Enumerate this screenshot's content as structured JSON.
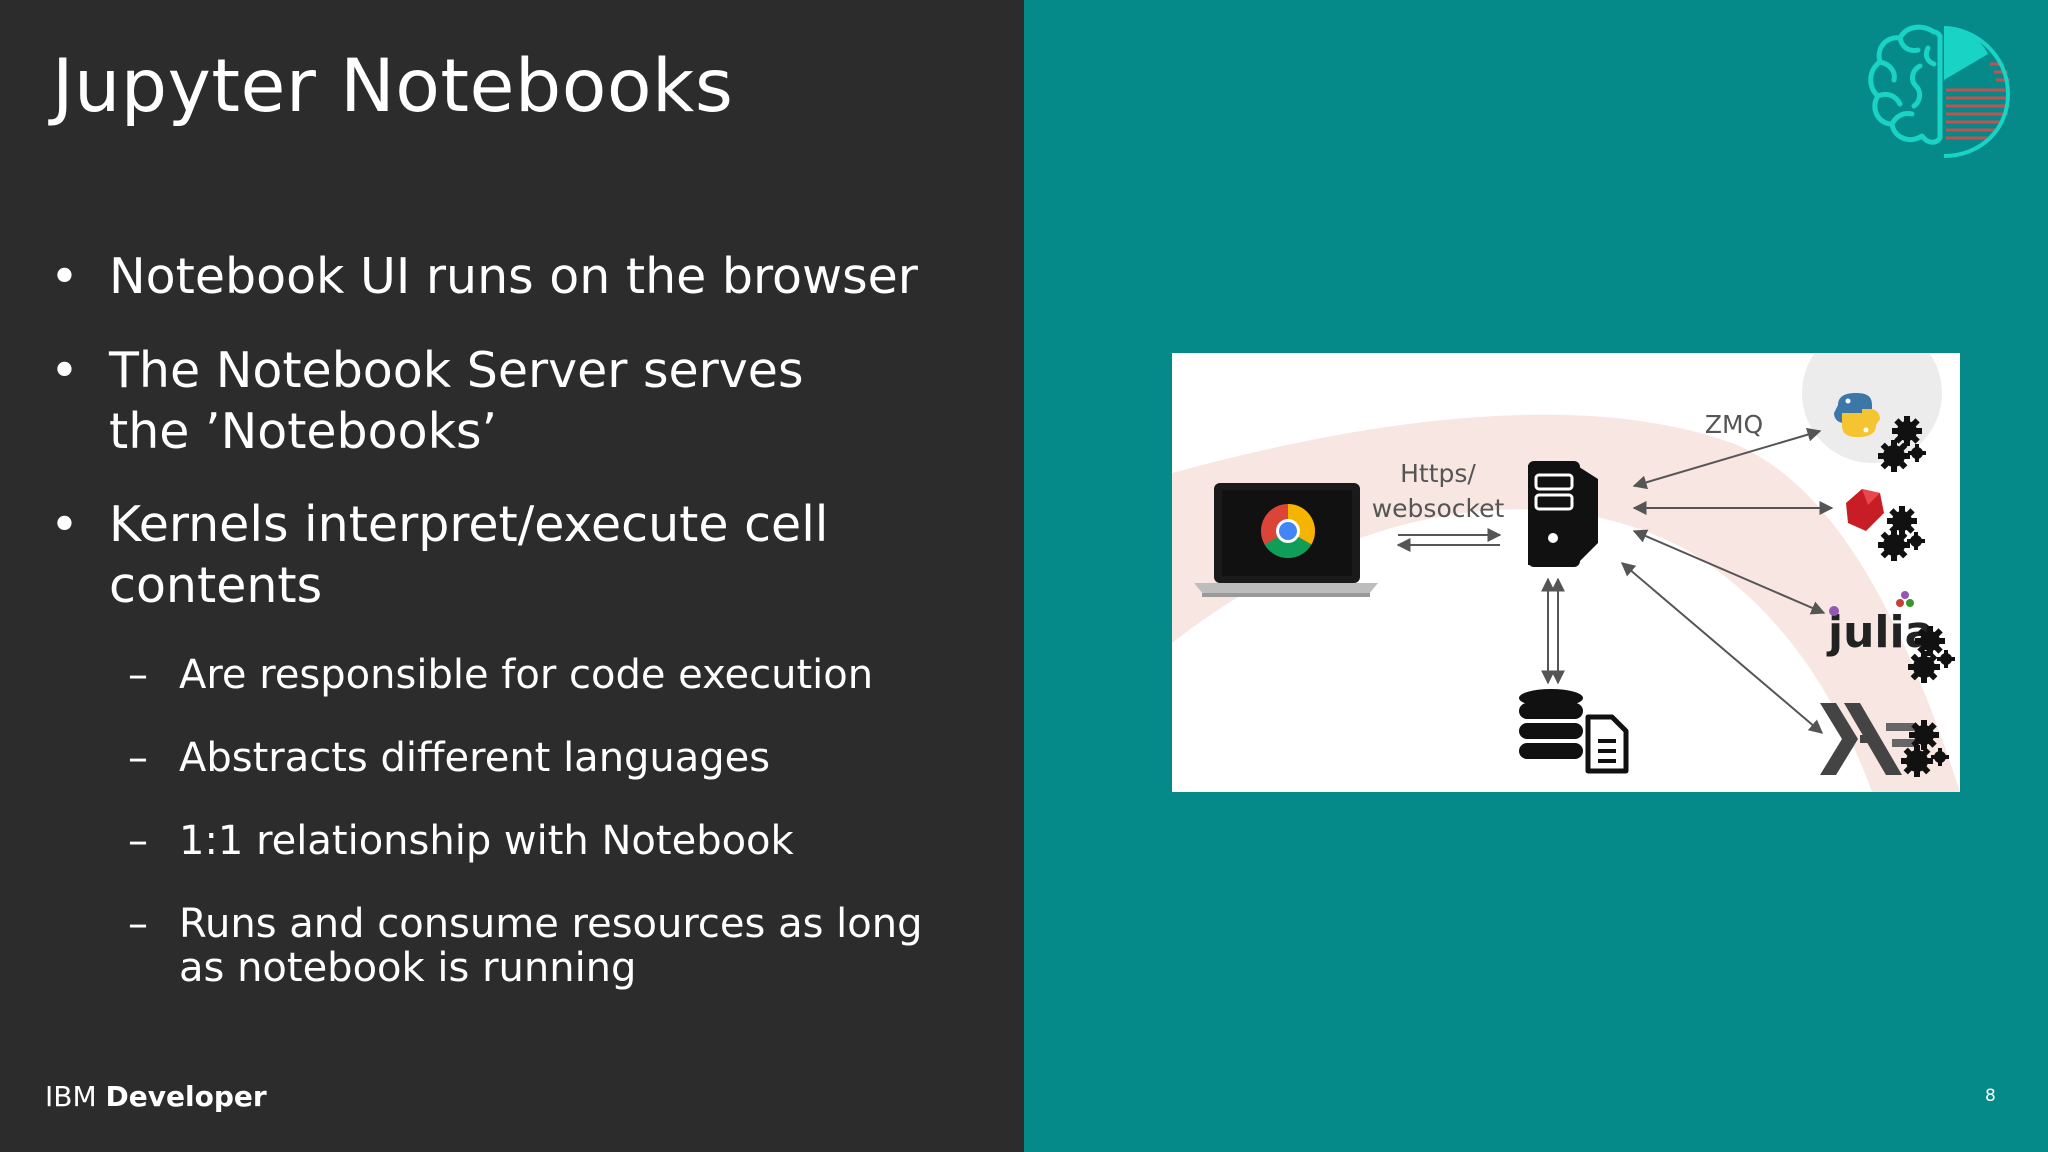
{
  "slide": {
    "title": "Jupyter Notebooks",
    "bullets": [
      {
        "marker": "•",
        "text": "Notebook UI runs on the browser"
      },
      {
        "marker": "•",
        "text": "The Notebook Server serves the ’Notebooks’"
      },
      {
        "marker": "•",
        "text": "Kernels interpret/execute cell contents"
      }
    ],
    "sub_bullets": [
      {
        "marker": "–",
        "text": "Are responsible for code execution"
      },
      {
        "marker": "–",
        "text": "Abstracts different languages"
      },
      {
        "marker": "–",
        "text": "1:1 relationship with Notebook"
      },
      {
        "marker": "–",
        "text": "Runs and consume resources as long as notebook is running"
      }
    ]
  },
  "diagram": {
    "label_https_line1": "Https/",
    "label_https_line2": "websocket",
    "label_zmq": "ZMQ",
    "label_julia": "julia"
  },
  "footer": {
    "brand_prefix": "IBM",
    "brand_name": "Developer",
    "page_number": "8"
  },
  "colors": {
    "left_panel": "#2c2c2c",
    "right_panel": "#068a89",
    "logo_accent": "#19d3c5",
    "logo_stripes": "#c25151"
  },
  "icons": [
    "brain-logo-icon",
    "laptop-chrome-icon",
    "server-icon",
    "database-icon",
    "document-icon",
    "python-icon",
    "ruby-icon",
    "julia-icon",
    "haskell-icon",
    "gear-icon"
  ]
}
